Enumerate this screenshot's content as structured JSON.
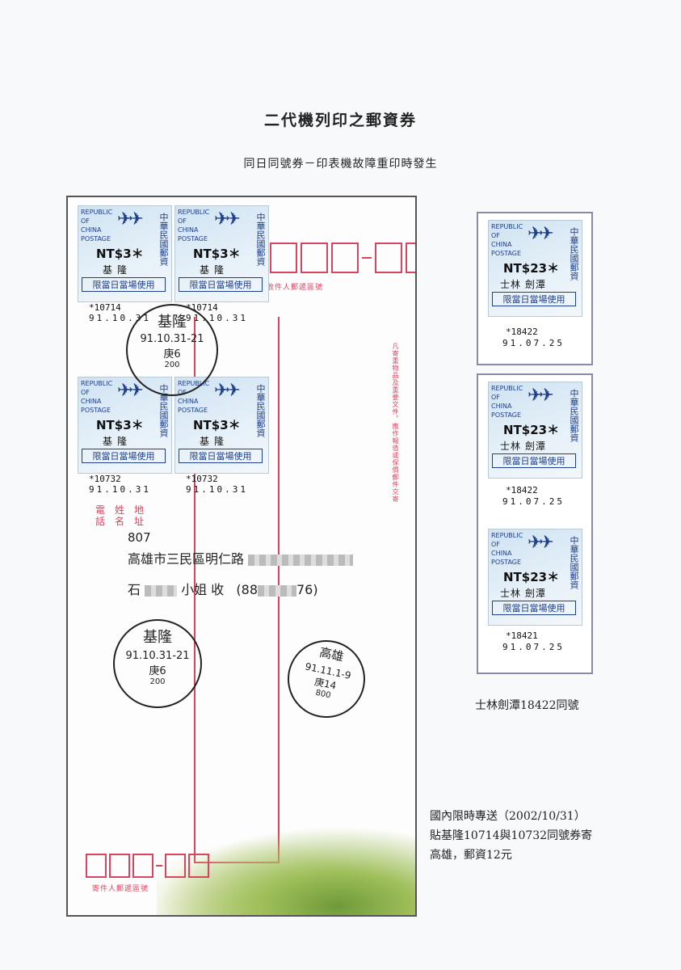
{
  "header": {
    "title": "二代機列印之郵資券",
    "subtitle": "同日同號券－印表機故障重印時發生"
  },
  "stamp_common": {
    "republic_line1": "REPUBLIC",
    "republic_line2": "OF",
    "republic_line3": "CHINA",
    "republic_line4": "POSTAGE",
    "chinese_name": "中華民國郵資",
    "use_label": "限當日當場使用"
  },
  "envelope": {
    "recipient_zip_caption": "寫收件人郵遞區號",
    "sender_zip_caption": "寄件人郵遞區號",
    "vertical_note": "凡寄重物品及重要文件，應作報值或保價郵件交寄",
    "sender_labels": [
      "電　姓　地",
      "話　名　址"
    ],
    "stamps": [
      {
        "value": "NT$3＊",
        "place": "基隆",
        "serial": "*10714",
        "date": "91.10.31"
      },
      {
        "value": "NT$3＊",
        "place": "基隆",
        "serial": "*10714",
        "date": "91.10.31"
      },
      {
        "value": "NT$3＊",
        "place": "基隆",
        "serial": "*10732",
        "date": "91.10.31"
      },
      {
        "value": "NT$3＊",
        "place": "基隆",
        "serial": "*10732",
        "date": "91.10.31"
      }
    ],
    "address": {
      "zip": "807",
      "street": "高雄市三民區明仁路",
      "name_prefix": "石",
      "name_suffix": "小姐 收",
      "phone_prefix": "(88",
      "phone_suffix": "76)"
    },
    "postmarks": [
      {
        "top": "基隆",
        "date": "91.10.31-21",
        "mid": "庚6",
        "code": "200"
      },
      {
        "top": "基隆",
        "date": "91.10.31-21",
        "mid": "庚6",
        "code": "200"
      },
      {
        "top": "高雄",
        "date": "91.11.1-9",
        "mid": "庚14",
        "code": "800"
      }
    ]
  },
  "right_stamps": [
    {
      "value": "NT$23＊",
      "place": "士林 劍潭",
      "serial": "*18422",
      "date": "91.07.25"
    },
    {
      "value": "NT$23＊",
      "place": "士林 劍潭",
      "serial": "*18422",
      "date": "91.07.25"
    },
    {
      "value": "NT$23＊",
      "place": "士林 劍潭",
      "serial": "*18421",
      "date": "91.07.25"
    }
  ],
  "right_caption": "士林劍潭18422同號",
  "notes": [
    "國內限時專送（2002/10/31）",
    "貼基隆10714與10732同號券寄",
    "高雄，郵資12元"
  ],
  "colors": {
    "stamp_blue": "#1e3f8a",
    "envelope_red": "#d9455f"
  }
}
